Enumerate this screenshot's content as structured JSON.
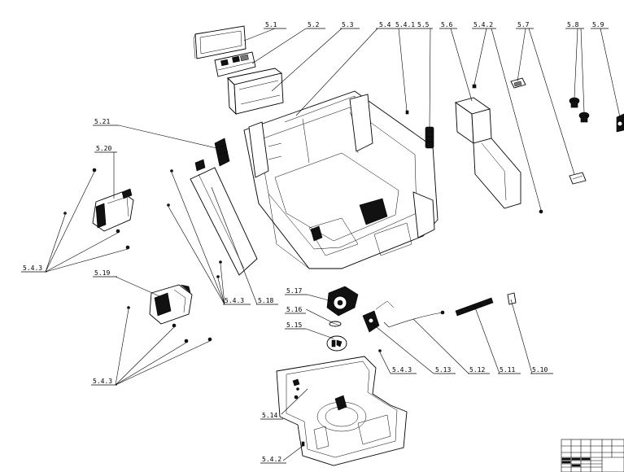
{
  "callouts": [
    {
      "id": "c-5-1",
      "text": "5.1"
    },
    {
      "id": "c-5-2",
      "text": "5.2"
    },
    {
      "id": "c-5-3",
      "text": "5.3"
    },
    {
      "id": "c-5-4",
      "text": "5.4"
    },
    {
      "id": "c-5-4-1",
      "text": "5.4.1"
    },
    {
      "id": "c-5-5",
      "text": "5.5"
    },
    {
      "id": "c-5-6",
      "text": "5.6"
    },
    {
      "id": "c-5-4-2-top",
      "text": "5.4.2"
    },
    {
      "id": "c-5-7",
      "text": "5.7"
    },
    {
      "id": "c-5-8",
      "text": "5.8"
    },
    {
      "id": "c-5-9",
      "text": "5.9"
    },
    {
      "id": "c-5-21",
      "text": "5.21"
    },
    {
      "id": "c-5-20",
      "text": "5.20"
    },
    {
      "id": "c-5-4-3-left",
      "text": "5.4.3"
    },
    {
      "id": "c-5-19",
      "text": "5.19"
    },
    {
      "id": "c-5-4-3-bottom-left",
      "text": "5.4.3"
    },
    {
      "id": "c-5-4-3-mid",
      "text": "5.4.3"
    },
    {
      "id": "c-5-18",
      "text": "5.18"
    },
    {
      "id": "c-5-17",
      "text": "5.17"
    },
    {
      "id": "c-5-16",
      "text": "5.16"
    },
    {
      "id": "c-5-15",
      "text": "5.15"
    },
    {
      "id": "c-5-4-3-right",
      "text": "5.4.3"
    },
    {
      "id": "c-5-13",
      "text": "5.13"
    },
    {
      "id": "c-5-12",
      "text": "5.12"
    },
    {
      "id": "c-5-11",
      "text": "5.11"
    },
    {
      "id": "c-5-10",
      "text": "5.10"
    },
    {
      "id": "c-5-14",
      "text": "5.14"
    },
    {
      "id": "c-5-4-2-bottom",
      "text": "5.4.2"
    }
  ]
}
